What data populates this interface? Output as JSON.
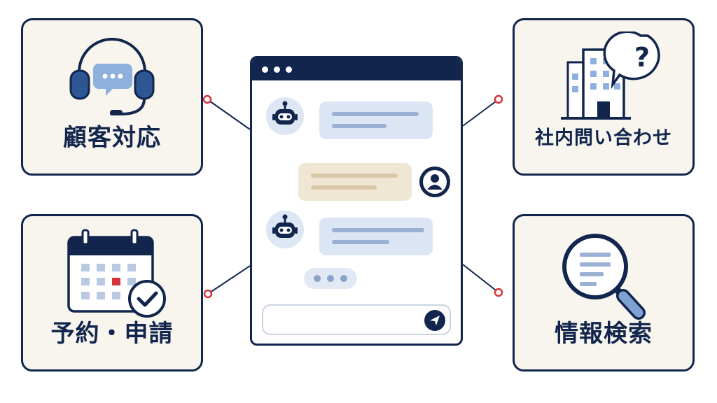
{
  "cards": {
    "customer_support": {
      "label": "顧客対応",
      "icon": "headset-chat-icon"
    },
    "booking": {
      "label": "予約・申請",
      "icon": "calendar-check-icon"
    },
    "internal_inquiry": {
      "label": "社内問い合わせ",
      "icon": "building-question-icon"
    },
    "info_search": {
      "label": "情報検索",
      "icon": "magnifier-document-icon"
    }
  },
  "chat": {
    "icons": [
      "robot-icon",
      "user-icon",
      "typing-dots-icon",
      "send-icon"
    ]
  },
  "colors": {
    "navy": "#12264d",
    "card_bg": "#f8f5ee",
    "bot_bubble": "#dbe5f3",
    "user_bubble": "#efe6d3",
    "accent_red": "#d8343b",
    "icon_blue": "#9ab1d3"
  }
}
